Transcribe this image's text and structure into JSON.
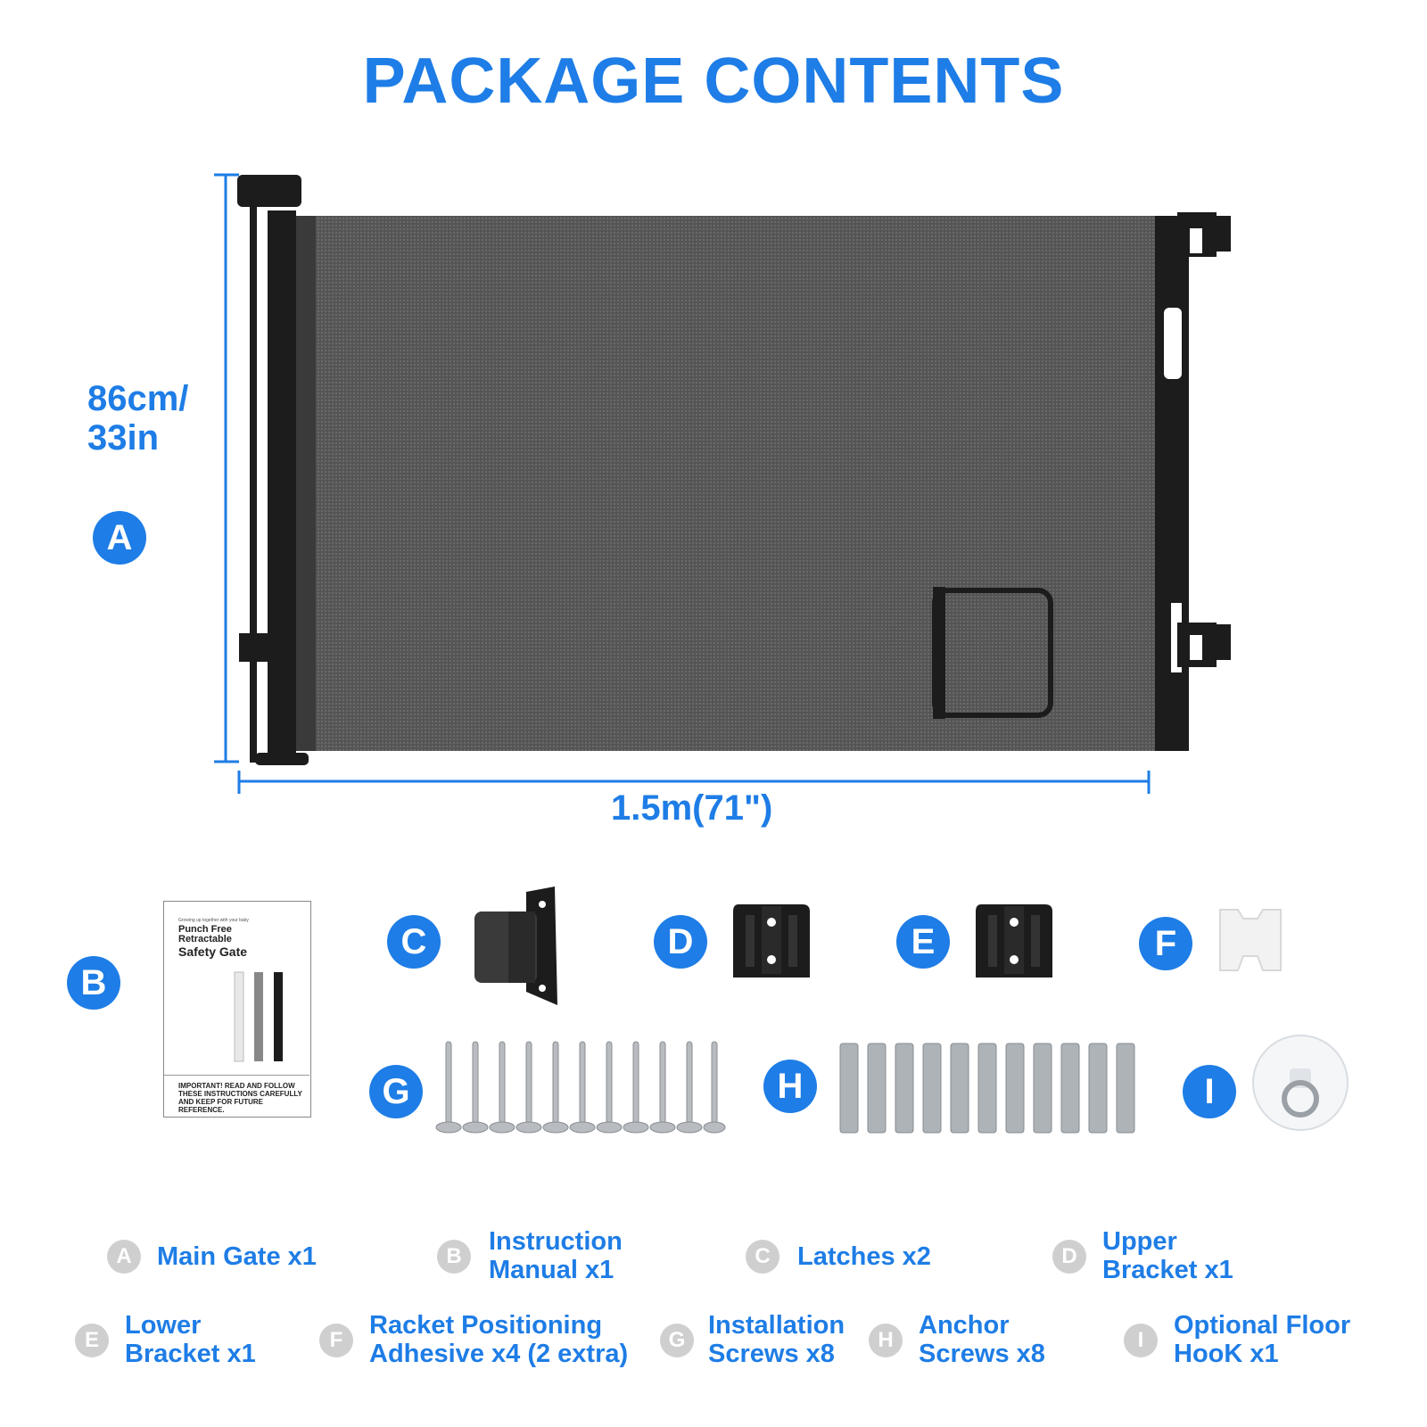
{
  "title": "PACKAGE CONTENTS",
  "dimensions": {
    "height_line1": "86cm/",
    "height_line2": "33in",
    "width": "1.5m(71\")"
  },
  "badges": {
    "a": "A",
    "b": "B",
    "c": "C",
    "d": "D",
    "e": "E",
    "f": "F",
    "g": "G",
    "h": "H",
    "i": "I"
  },
  "manual": {
    "tagline": "Growing up together with your baby",
    "product_line1": "Punch Free",
    "product_line2": "Retractable",
    "product_line3": "Safety Gate",
    "notice": "IMPORTANT! READ AND FOLLOW THESE INSTRUCTIONS CAREFULLY AND KEEP FOR FUTURE REFERENCE."
  },
  "contents": [
    {
      "letter": "A",
      "line1": "Main Gate x1",
      "line2": ""
    },
    {
      "letter": "B",
      "line1": "Instruction",
      "line2": "Manual x1"
    },
    {
      "letter": "C",
      "line1": "Latches x2",
      "line2": ""
    },
    {
      "letter": "D",
      "line1": "Upper",
      "line2": "Bracket x1"
    },
    {
      "letter": "E",
      "line1": "Lower",
      "line2": "Bracket x1"
    },
    {
      "letter": "F",
      "line1": "Racket Positioning",
      "line2": "Adhesive x4 (2 extra)"
    },
    {
      "letter": "G",
      "line1": "Installation",
      "line2": "Screws x8"
    },
    {
      "letter": "H",
      "line1": "Anchor",
      "line2": "Screws x8"
    },
    {
      "letter": "I",
      "line1": "Optional Floor",
      "line2": "HooK x1"
    }
  ],
  "colors": {
    "accent": "#1e7de6",
    "mesh": "#5a5a5a",
    "frame": "#1c1c1c",
    "list_badge": "#cfcfcf"
  }
}
